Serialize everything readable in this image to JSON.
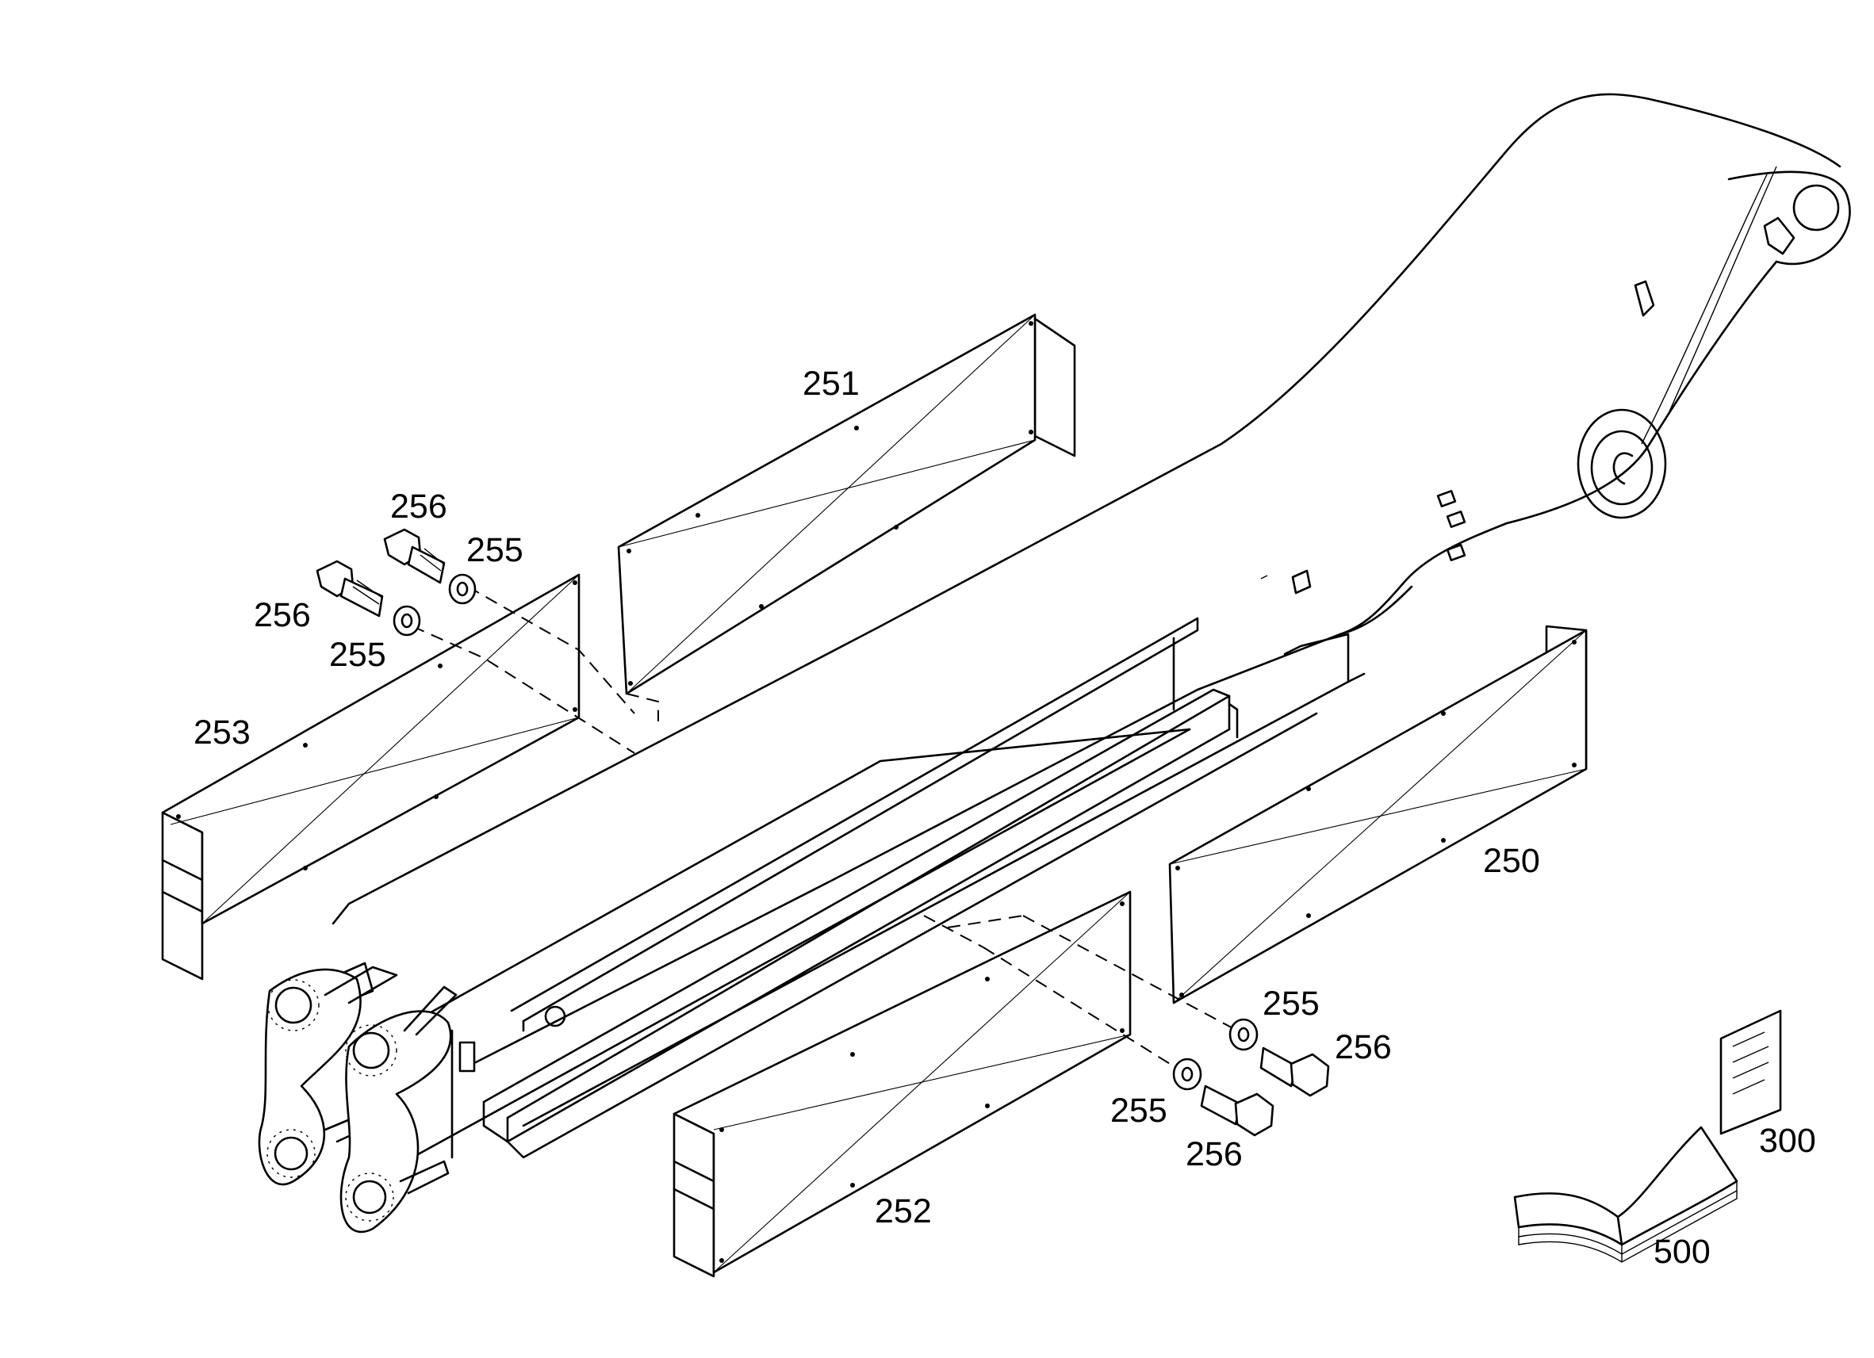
{
  "callouts": [
    {
      "id": "c251",
      "label": "251"
    },
    {
      "id": "c256a",
      "label": "256"
    },
    {
      "id": "c255a",
      "label": "255"
    },
    {
      "id": "c256b",
      "label": "256"
    },
    {
      "id": "c255b",
      "label": "255"
    },
    {
      "id": "c253",
      "label": "253"
    },
    {
      "id": "c250",
      "label": "250"
    },
    {
      "id": "c255c",
      "label": "255"
    },
    {
      "id": "c256c",
      "label": "256"
    },
    {
      "id": "c255d",
      "label": "255"
    },
    {
      "id": "c256d",
      "label": "256"
    },
    {
      "id": "c252",
      "label": "252"
    },
    {
      "id": "c300",
      "label": "300"
    },
    {
      "id": "c500",
      "label": "500"
    }
  ]
}
